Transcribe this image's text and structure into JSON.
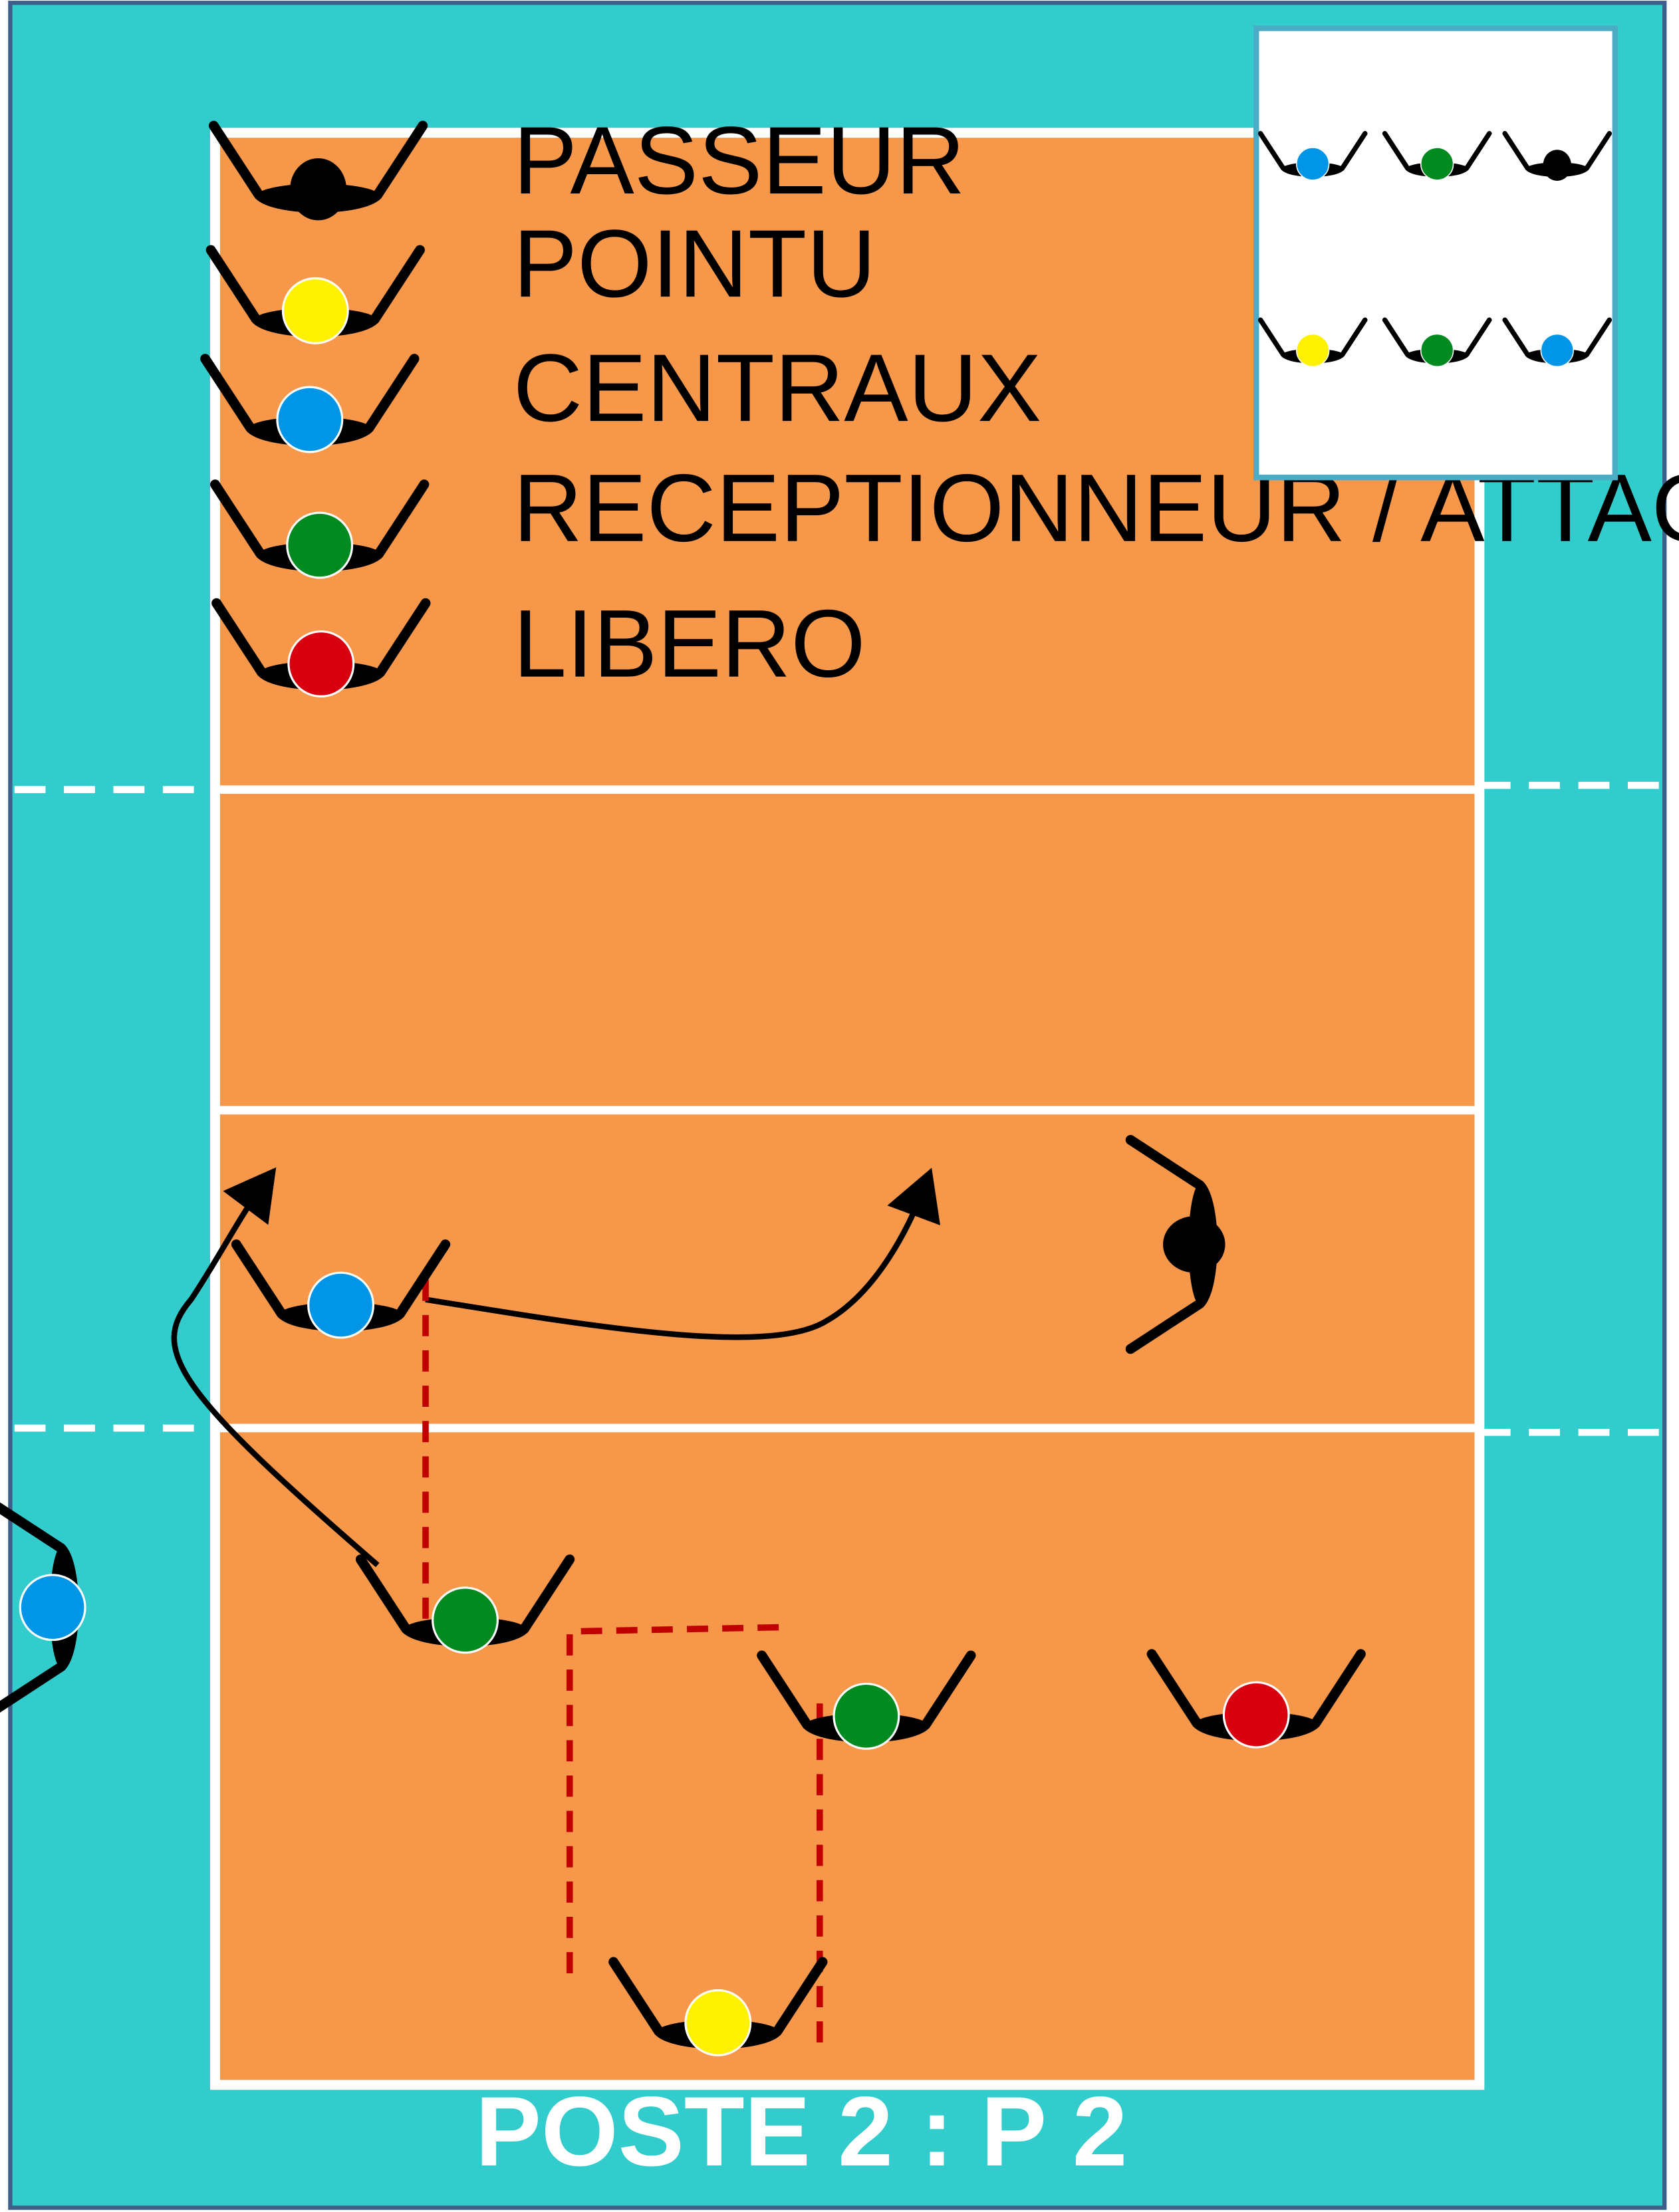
{
  "colors": {
    "surround": "#33CCCC",
    "court": "#F69749",
    "lines": "#FFFFFF",
    "player_body": "#000000",
    "passeur": "#000000",
    "pointu": "#FFF200",
    "centraux": "#0095E6",
    "receptionneur_attaquant": "#008A1F",
    "libero": "#D9000F",
    "coverage_lines": "#C00000",
    "arrows": "#000000",
    "inset_background": "#FFFFFF",
    "inset_border": "#4BACC6"
  },
  "legend": [
    {
      "role": "passeur",
      "label": "PASSEUR",
      "color": "#000000"
    },
    {
      "role": "pointu",
      "label": "POINTU",
      "color": "#FFF200"
    },
    {
      "role": "centraux",
      "label": "CENTRAUX",
      "color": "#0095E6"
    },
    {
      "role": "receptionneur_attaquant",
      "label": "RECEPTIONNEUR / ATTAQUANT",
      "color": "#008A1F"
    },
    {
      "role": "libero",
      "label": "LIBERO",
      "color": "#D9000F"
    }
  ],
  "rotation_inset": {
    "front_row": [
      "centraux",
      "receptionneur_attaquant",
      "passeur"
    ],
    "back_row": [
      "pointu",
      "receptionneur_attaquant",
      "centraux"
    ]
  },
  "court_players": [
    {
      "role": "centraux",
      "note": "front-left, moves toward net"
    },
    {
      "role": "passeur",
      "note": "front-right at the side"
    },
    {
      "role": "centraux",
      "note": "outside court, left side"
    },
    {
      "role": "receptionneur_attaquant",
      "note": "back-left reception"
    },
    {
      "role": "receptionneur_attaquant",
      "note": "back-centre reception"
    },
    {
      "role": "libero",
      "note": "back-right reception"
    },
    {
      "role": "pointu",
      "note": "deep back-centre"
    }
  ],
  "footer": {
    "label": "POSTE 2 : P 2"
  }
}
